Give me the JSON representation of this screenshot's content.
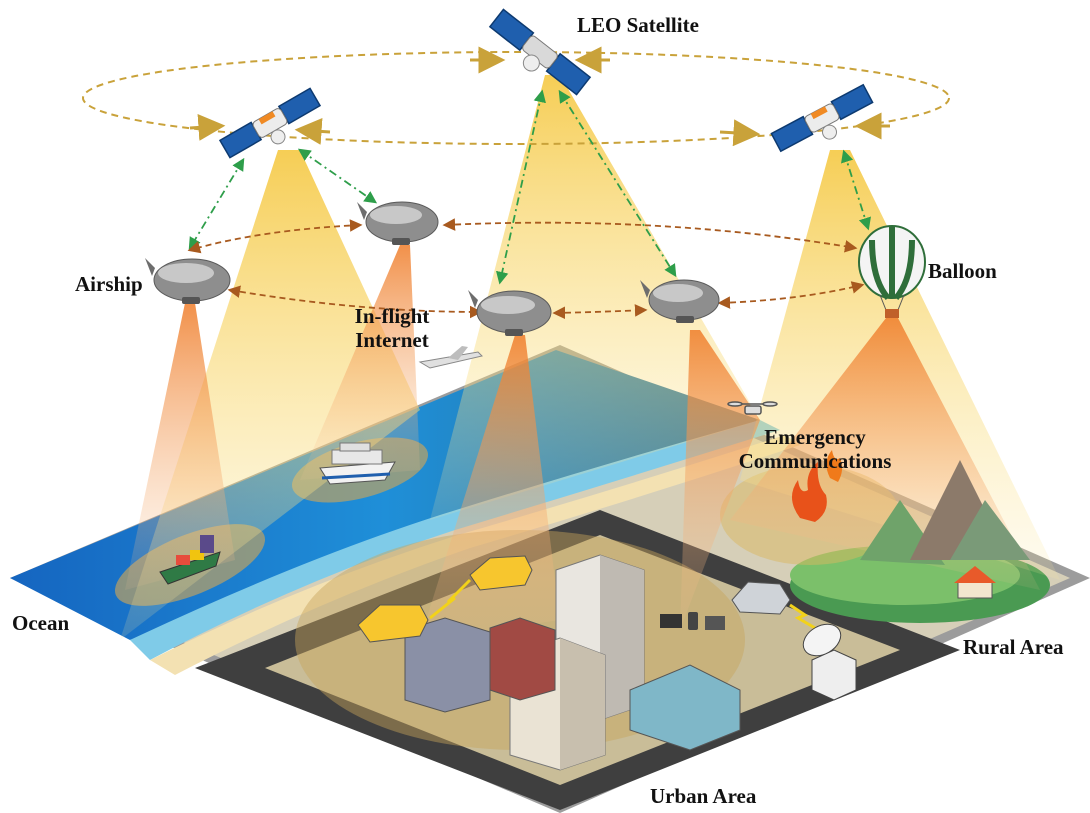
{
  "labels": {
    "leo_satellite": "LEO Satellite",
    "airship": "Airship",
    "balloon": "Balloon",
    "inflight_line1": "In-flight",
    "inflight_line2": "Internet",
    "emergency_line1": "Emergency",
    "emergency_line2": "Communications",
    "ocean": "Ocean",
    "rural_area": "Rural Area",
    "urban_area": "Urban Area"
  },
  "colors": {
    "orbit_ring": "#c9a23a",
    "satellite_link": "#2e9e4a",
    "haps_link": "#a85a1f",
    "beam": "#f7d46a",
    "beam_haps": "#f29b4a",
    "ocean": "#1f78c8",
    "shore": "#f3e1b2",
    "land": "#cfc7b0",
    "urban_zone": "#c8b27a",
    "road": "#4a4a4a",
    "ground_base": "#9a9a9a"
  }
}
